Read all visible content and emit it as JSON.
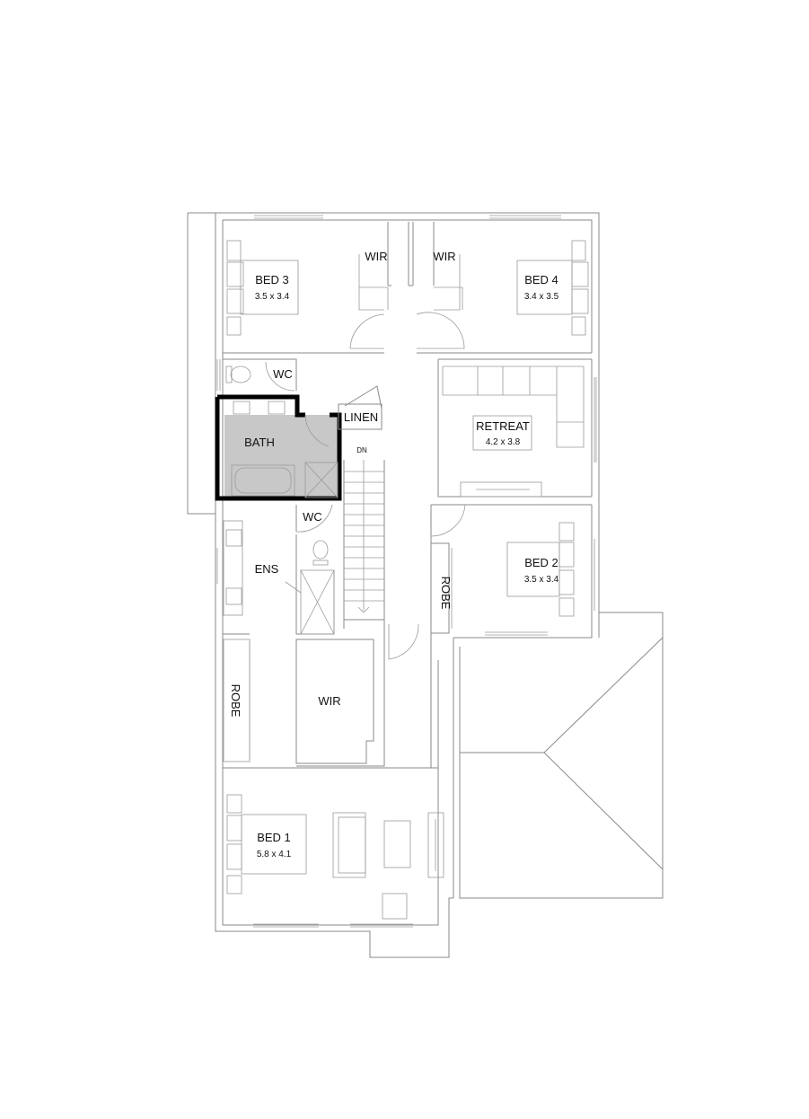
{
  "plan": {
    "rooms": {
      "bed3": {
        "name": "BED 3",
        "size": "3.5 x 3.4"
      },
      "bed4": {
        "name": "BED 4",
        "size": "3.4 x 3.5"
      },
      "wir_left": {
        "name": "WIR"
      },
      "wir_right": {
        "name": "WIR"
      },
      "wc_upper": {
        "name": "WC"
      },
      "bath": {
        "name": "BATH"
      },
      "linen": {
        "name": "LINEN"
      },
      "retreat": {
        "name": "RETREAT",
        "size": "4.2 x 3.8"
      },
      "stairs": {
        "name": "DN"
      },
      "wc_lower": {
        "name": "WC"
      },
      "ens": {
        "name": "ENS"
      },
      "bed2": {
        "name": "BED 2",
        "size": "3.5 x 3.4"
      },
      "robe_right": {
        "name": "ROBE"
      },
      "robe_left": {
        "name": "ROBE"
      },
      "wir_master": {
        "name": "WIR"
      },
      "bed1": {
        "name": "BED 1",
        "size": "5.8 x 4.1"
      }
    },
    "colors": {
      "bath_fill": "#c8c8c8",
      "wall": "#8a8a8a",
      "feature_wall": "#000000"
    }
  }
}
